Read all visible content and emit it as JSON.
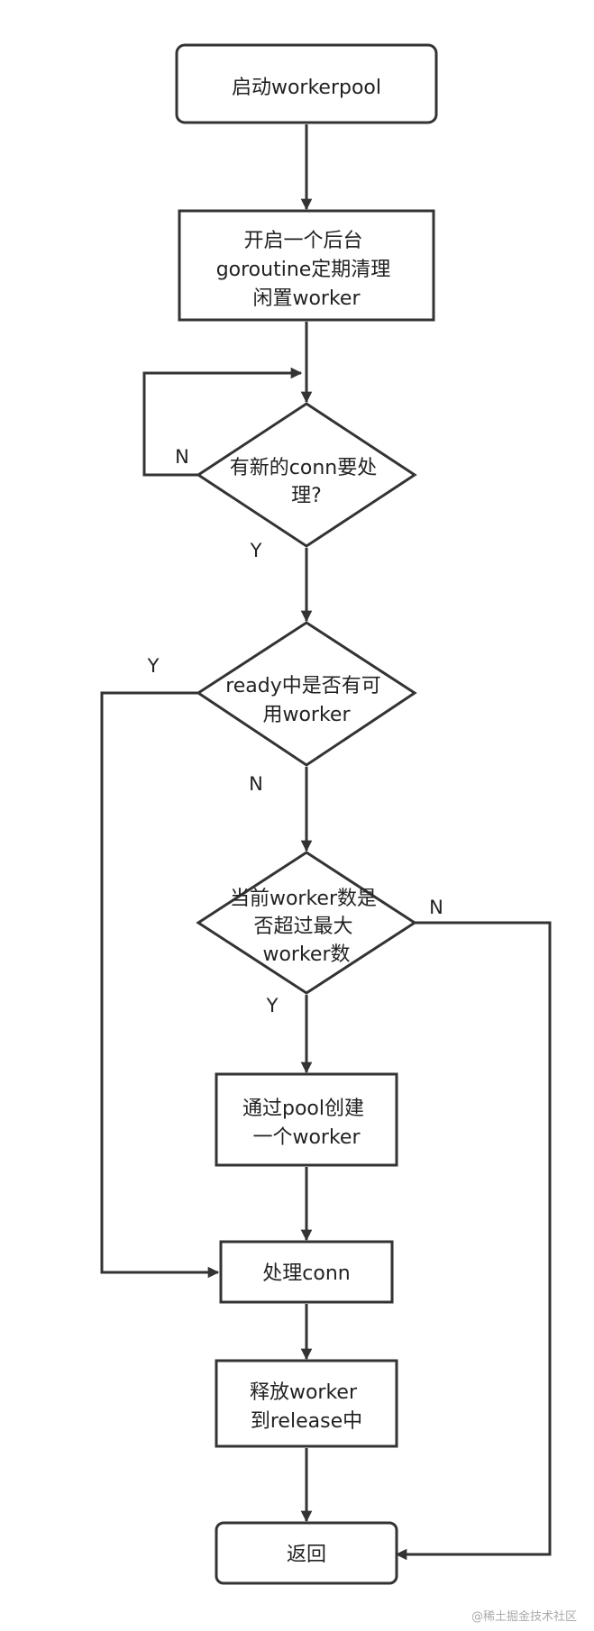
{
  "nodes": {
    "start": {
      "lines": [
        "启动workerpool"
      ]
    },
    "cleanup": {
      "lines": [
        "开启一个后台",
        "goroutine定期清理",
        "闲置worker"
      ]
    },
    "new_conn": {
      "lines": [
        "有新的conn要处",
        "理?"
      ]
    },
    "ready_worker": {
      "lines": [
        "ready中是否有可",
        "用worker"
      ]
    },
    "max_worker": {
      "lines": [
        "当前worker数是",
        "否超过最大",
        "worker数"
      ]
    },
    "create_worker": {
      "lines": [
        "通过pool创建",
        "一个worker"
      ]
    },
    "handle_conn": {
      "lines": [
        "处理conn"
      ]
    },
    "release_worker": {
      "lines": [
        "释放worker",
        "到release中"
      ]
    },
    "return": {
      "lines": [
        "返回"
      ]
    }
  },
  "edge_labels": {
    "new_conn_no": "N",
    "new_conn_yes": "Y",
    "ready_yes": "Y",
    "ready_no": "N",
    "max_no": "N",
    "max_yes": "Y"
  },
  "watermark": "@稀土掘金技术社区",
  "colors": {
    "stroke": "#333333",
    "text": "#222222",
    "background": "#ffffff"
  }
}
